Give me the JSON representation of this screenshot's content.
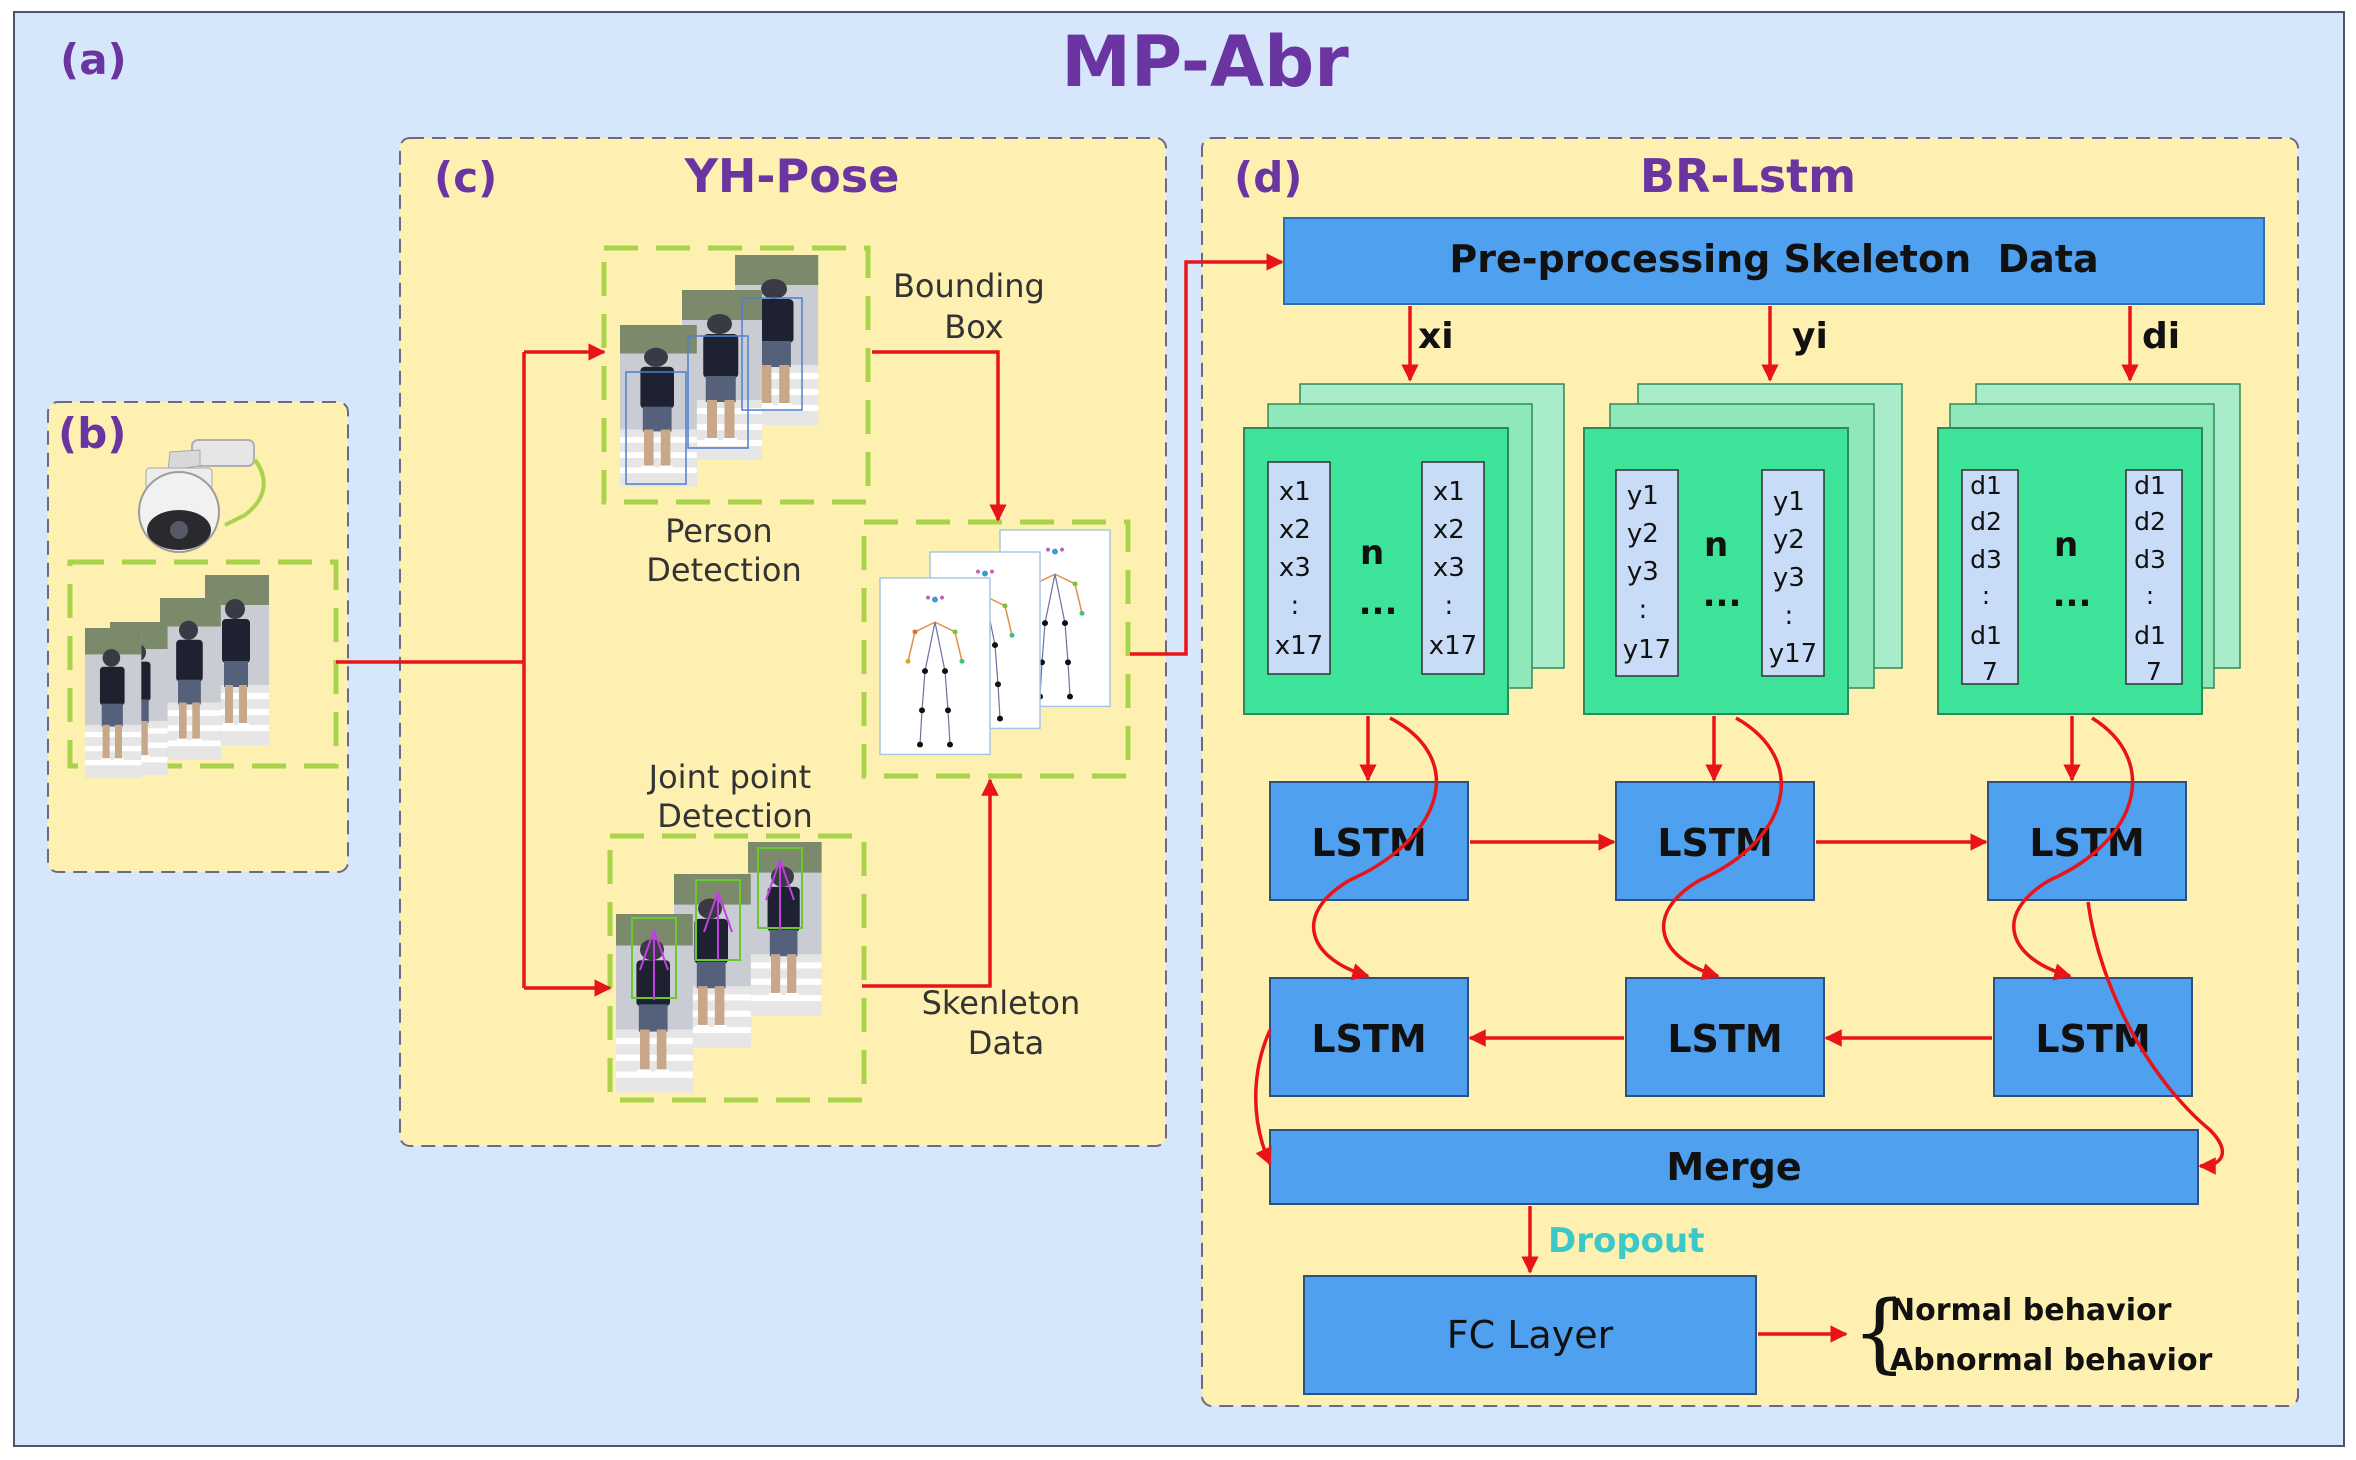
{
  "panels": {
    "a": {
      "tag": "(a)",
      "title": "MP-Abr"
    },
    "b": {
      "tag": "(b)"
    },
    "c": {
      "tag": "(c)",
      "title": "YH-Pose",
      "bbox_label": [
        "Bounding",
        "Box"
      ],
      "person_label": [
        "Person",
        "Detection"
      ],
      "joint_label": [
        "Joint point",
        "Detection"
      ],
      "skel_label": [
        "Skenleton",
        "Data"
      ]
    },
    "d": {
      "tag": "(d)",
      "title": "BR-Lstm",
      "preprocess": "Pre-processing Skeleton  Data",
      "inputs": [
        "xi",
        "yi",
        "di"
      ],
      "stacks": [
        {
          "left": [
            "x1",
            "x2",
            "x3",
            ":",
            "x17"
          ],
          "mid": [
            "n",
            "..."
          ],
          "right": [
            "x1",
            "x2",
            "x3",
            ":",
            "x17"
          ]
        },
        {
          "left": [
            "y1",
            "y2",
            "y3",
            ":",
            "y17"
          ],
          "mid": [
            "n",
            "..."
          ],
          "right": [
            "y1",
            "y2",
            "y3",
            ":",
            "y17"
          ]
        },
        {
          "left": [
            "d1",
            "d2",
            "d3",
            ":",
            "d1",
            "7"
          ],
          "mid": [
            "n",
            "..."
          ],
          "right": [
            "d1",
            "d2",
            "d3",
            ":",
            "d1",
            "7"
          ]
        }
      ],
      "lstm": "LSTM",
      "merge": "Merge",
      "dropout": "Dropout",
      "fc": "FC Layer",
      "outputs": [
        "Normal behavior",
        "Abnormal behavior"
      ]
    }
  },
  "colors": {
    "outer_bg": "#d6e6fb",
    "panel_bg": "#fdf0b0",
    "blue_box": "#4fa0ef",
    "green_front": "#3ee39a",
    "green_back": "#a8ecca",
    "seq_box": "#c9dcf7",
    "arrow": "#e8141a",
    "title": "#6a35a0",
    "dropout": "#3cc8c8",
    "dash_green": "#a8d34a"
  },
  "icons": [
    "camera-icon",
    "video-frames",
    "pose-skeleton-images"
  ]
}
